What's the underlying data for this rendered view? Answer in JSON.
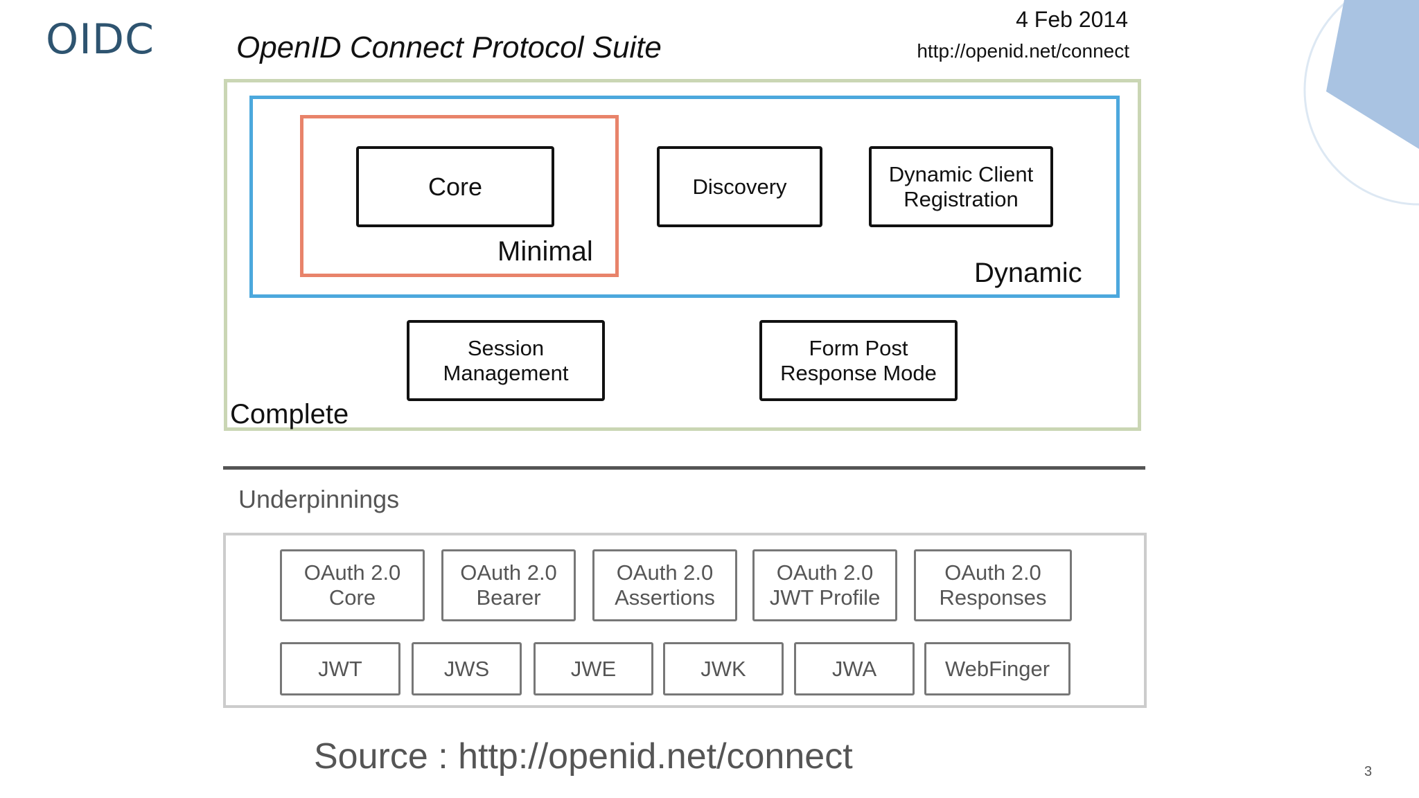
{
  "slide": {
    "title": "OIDC",
    "page_number": "3",
    "source": "Source : http://openid.net/connect"
  },
  "diagram": {
    "title": "OpenID Connect Protocol Suite",
    "date": "4 Feb 2014",
    "url": "http://openid.net/connect",
    "groups": {
      "minimal": "Minimal",
      "dynamic": "Dynamic",
      "complete": "Complete",
      "underpinnings": "Underpinnings"
    },
    "specs": {
      "core": "Core",
      "discovery": "Discovery",
      "dynamic_client_registration": "Dynamic Client\nRegistration",
      "session_management": "Session\nManagement",
      "form_post_response_mode": "Form Post\nResponse Mode"
    },
    "underpinnings_row1": [
      "OAuth 2.0\nCore",
      "OAuth 2.0\nBearer",
      "OAuth 2.0\nAssertions",
      "OAuth 2.0\nJWT Profile",
      "OAuth 2.0\nResponses"
    ],
    "underpinnings_row2": [
      "JWT",
      "JWS",
      "JWE",
      "JWK",
      "JWA",
      "WebFinger"
    ],
    "colors": {
      "minimal": "#e8836a",
      "dynamic": "#4ca8dd",
      "complete": "#cad6b4",
      "underpinnings": "#cccccc",
      "title": "#2e5470"
    }
  }
}
